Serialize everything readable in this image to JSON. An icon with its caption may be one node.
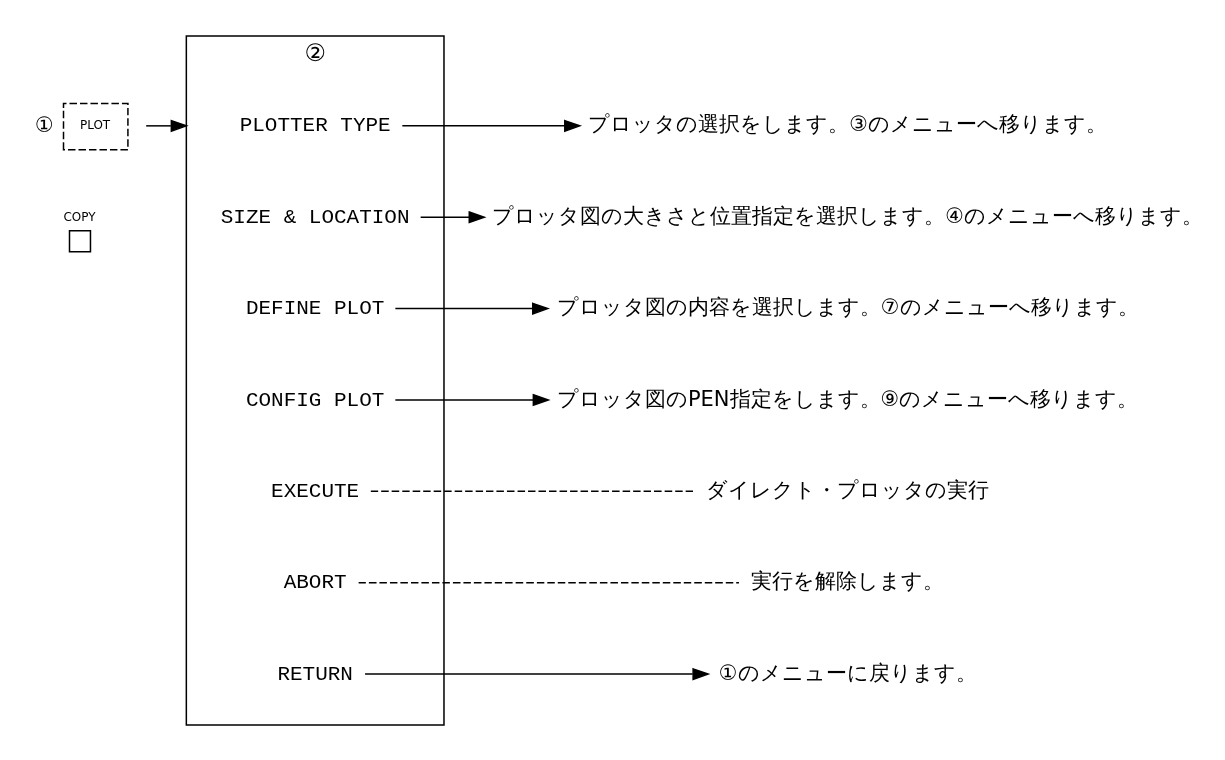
{
  "diagram": {
    "nodes": [
      {
        "text": [
          "COPY"
        ]
      },
      {
        "text": [
          "PLOT"
        ],
        "beside": [
          "①"
        ]
      },
      {
        "text": [
          "②"
        ]
      },
      {
        "text": [
          "PLOTTER TYPE"
        ],
        "in": 2
      },
      {
        "text": [
          "SIZE & LOCATION"
        ],
        "in": 2
      },
      {
        "text": [
          "DEFINE PLOT"
        ],
        "in": 2
      },
      {
        "text": [
          "CONFIG PLOT"
        ],
        "in": 2
      },
      {
        "text": [
          "EXECUTE"
        ],
        "in": 2
      },
      {
        "text": [
          "ABORT"
        ],
        "in": 2
      },
      {
        "text": [
          "RETURN"
        ],
        "in": 2
      },
      {
        "text": [
          "プロッタの選択をします。③のメニューへ移ります。"
        ]
      },
      {
        "text": [
          "プロッタ図の大きさと位置指定を選択します。④のメニューへ移ります。"
        ]
      },
      {
        "text": [
          "プロッタ図の内容を選択します。⑦のメニューへ移ります。"
        ]
      },
      {
        "text": [
          "プロッタ図のPEN指定をします。⑨のメニューへ移ります。"
        ]
      },
      {
        "text": [
          "ダイレクト・プロッタの実行"
        ]
      },
      {
        "text": [
          "実行を解除します。"
        ]
      },
      {
        "text": [
          "①のメニューに戻ります。"
        ]
      }
    ],
    "edges": [
      {
        "from": 1,
        "to": 2,
        "arrow": "to"
      },
      {
        "from": 3,
        "to": 10,
        "arrow": "to"
      },
      {
        "from": 4,
        "to": 11,
        "arrow": "to"
      },
      {
        "from": 5,
        "to": 12,
        "arrow": "to"
      },
      {
        "from": 6,
        "to": 13,
        "arrow": "to"
      },
      {
        "from": 7,
        "to": 14,
        "arrow": "none",
        "style": "dashed"
      },
      {
        "from": 8,
        "to": 15,
        "arrow": "none",
        "style": "dashed"
      },
      {
        "from": 9,
        "to": 16,
        "arrow": "to"
      }
    ]
  }
}
